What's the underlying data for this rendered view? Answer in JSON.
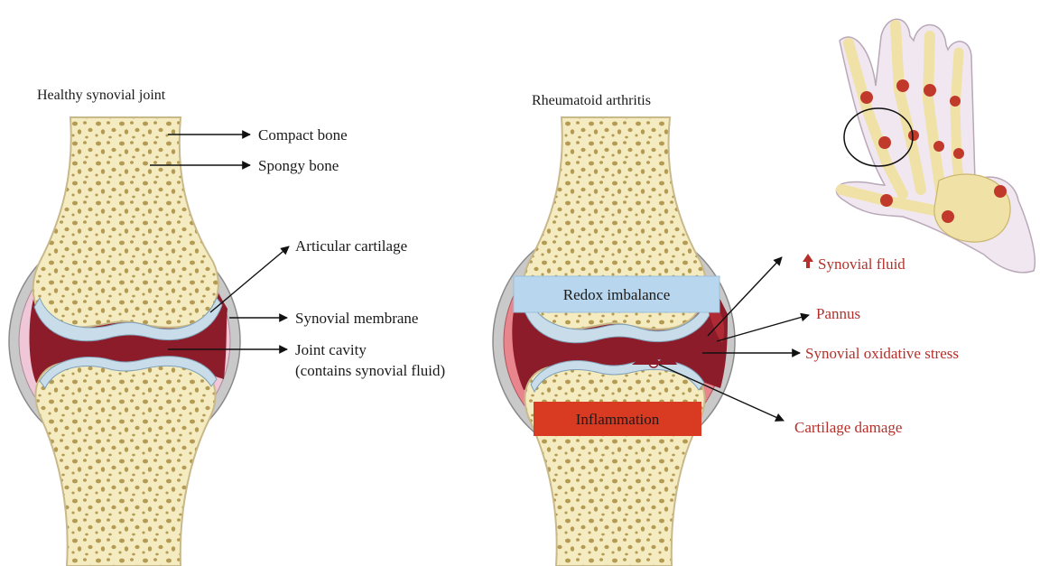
{
  "figure": {
    "left_panel": {
      "title": "Healthy synovial joint",
      "labels": {
        "compact_bone": "Compact bone",
        "spongy_bone": "Spongy bone",
        "articular_cartilage": "Articular cartilage",
        "synovial_membrane": "Synovial membrane",
        "joint_cavity_line1": "Joint cavity",
        "joint_cavity_line2": "(contains synovial fluid)"
      }
    },
    "right_panel": {
      "title": "Rheumatoid arthritis",
      "boxes": {
        "redox": "Redox imbalance",
        "inflammation": "Inflammation"
      },
      "labels": {
        "synovial_fluid": "Synovial fluid",
        "pannus": "Pannus",
        "oxidative_stress": "Synovial oxidative stress",
        "cartilage_damage": "Cartilage damage"
      }
    }
  },
  "colors": {
    "bone": "#f4ecc0",
    "bone_outline": "#c9b98a",
    "spongy_dot": "#b49a52",
    "cartilage": "#c8dcea",
    "synovial_fluid": "#8c1c2a",
    "capsule_gray": "#c9c9c9",
    "capsule_pink_healthy": "#efc7d7",
    "capsule_pink_ra": "#e9868d",
    "redox_box": "#b8d7ee",
    "inflammation_box": "#d93a22",
    "annotation_red": "#b5302a"
  }
}
